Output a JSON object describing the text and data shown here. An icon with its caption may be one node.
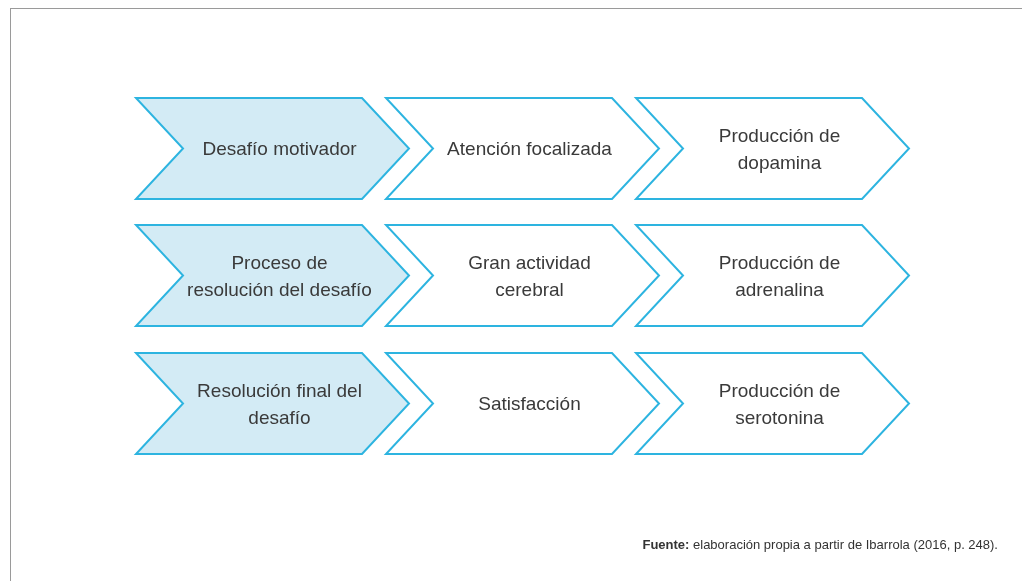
{
  "diagram": {
    "nodes": [
      {
        "text": [
          "Desafío motivador"
        ]
      },
      {
        "text": [
          "Atención focalizada"
        ]
      },
      {
        "text": [
          "Producción de dopamina"
        ]
      },
      {
        "text": [
          "Proceso de resolución del desafío"
        ]
      },
      {
        "text": [
          "Gran actividad cerebral"
        ]
      },
      {
        "text": [
          "Producción de adrenalina"
        ]
      },
      {
        "text": [
          "Resolución final del desafío"
        ]
      },
      {
        "text": [
          "Satisfacción"
        ]
      },
      {
        "text": [
          "Producción de serotonina"
        ]
      }
    ],
    "edges": [],
    "caption": "**Fuente:** elaboración propia a partir de Ibarrola (2016, p. 248)."
  }
}
